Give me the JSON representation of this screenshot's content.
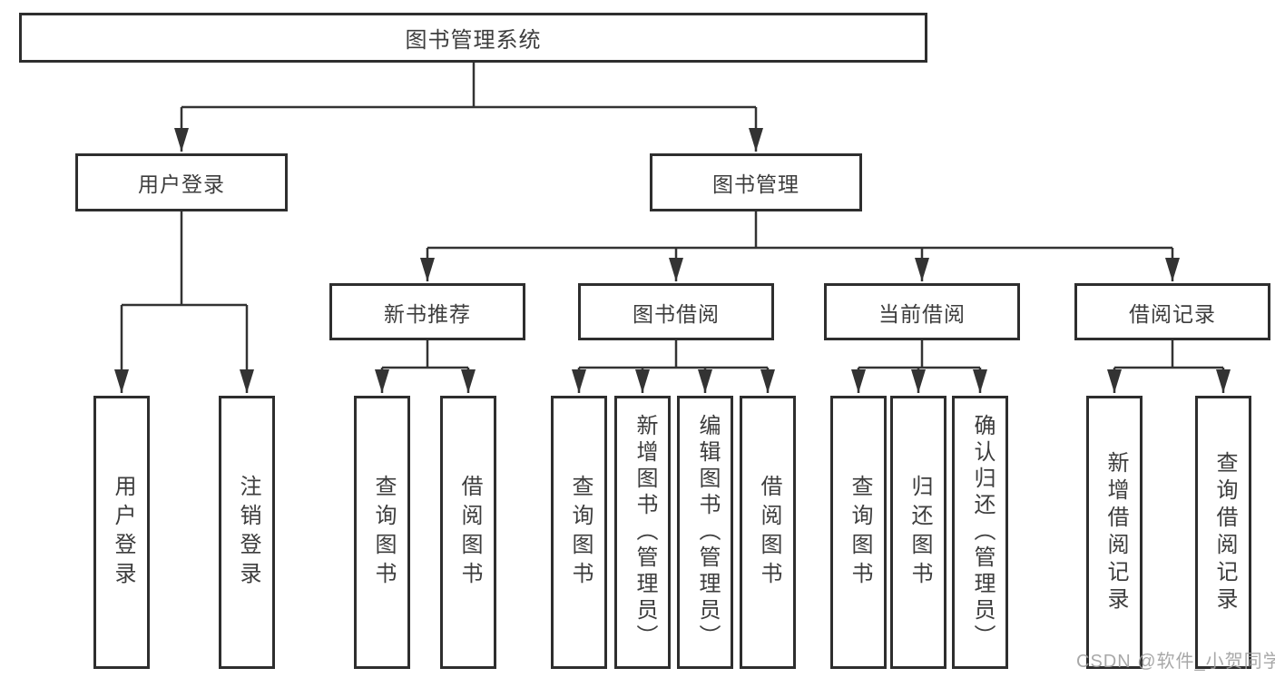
{
  "diagram": {
    "root": {
      "label": "图书管理系统"
    },
    "level2": [
      {
        "id": "user-login",
        "label": "用户登录"
      },
      {
        "id": "book-management",
        "label": "图书管理"
      }
    ],
    "level3": [
      {
        "id": "new-book-recommend",
        "label": "新书推荐",
        "parent": "图书管理"
      },
      {
        "id": "book-borrow",
        "label": "图书借阅",
        "parent": "图书管理"
      },
      {
        "id": "current-borrow",
        "label": "当前借阅",
        "parent": "图书管理"
      },
      {
        "id": "borrow-records",
        "label": "借阅记录",
        "parent": "图书管理"
      }
    ],
    "leaves": [
      {
        "label": "用户登录",
        "parent": "用户登录"
      },
      {
        "label": "注销登录",
        "parent": "用户登录"
      },
      {
        "label": "查询图书",
        "parent": "新书推荐"
      },
      {
        "label": "借阅图书",
        "parent": "新书推荐"
      },
      {
        "label": "查询图书",
        "parent": "图书借阅"
      },
      {
        "label": "新增图书（管理员）",
        "parent": "图书借阅"
      },
      {
        "label": "编辑图书（管理员）",
        "parent": "图书借阅"
      },
      {
        "label": "借阅图书",
        "parent": "图书借阅"
      },
      {
        "label": "查询图书",
        "parent": "当前借阅"
      },
      {
        "label": "归还图书",
        "parent": "当前借阅"
      },
      {
        "label": "确认归还（管理员）",
        "parent": "当前借阅"
      },
      {
        "label": "新增借阅记录",
        "parent": "借阅记录"
      },
      {
        "label": "查询借阅记录",
        "parent": "借阅记录"
      }
    ]
  },
  "watermark": "CSDN @软件_小贺同学",
  "colors": {
    "line": "#333333",
    "box_border": "#2e2e2e",
    "text": "#3d3d3d",
    "watermark": "#9e9e9e",
    "background": "#ffffff"
  }
}
